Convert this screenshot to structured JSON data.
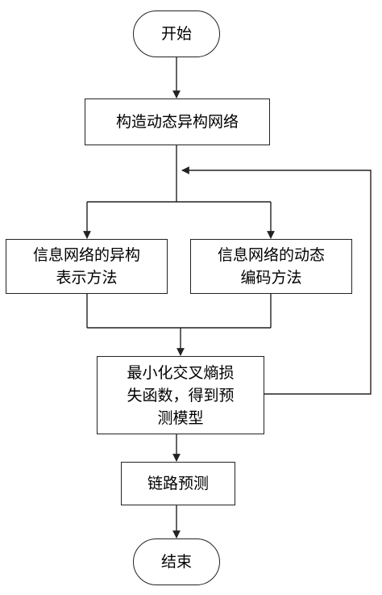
{
  "nodes": {
    "start": {
      "label": "开始"
    },
    "build": {
      "label": "构造动态异构网络"
    },
    "hetero": {
      "lines": [
        "信息网络的异构",
        "表示方法"
      ]
    },
    "dynamic": {
      "lines": [
        "信息网络的动态",
        "编码方法"
      ]
    },
    "loss": {
      "lines": [
        "最小化交叉熵损",
        "失函数，得到预",
        "测模型"
      ]
    },
    "link": {
      "label": "链路预测"
    },
    "end": {
      "label": "结束"
    }
  },
  "colors": {
    "line": "#222222",
    "background": "#ffffff"
  }
}
